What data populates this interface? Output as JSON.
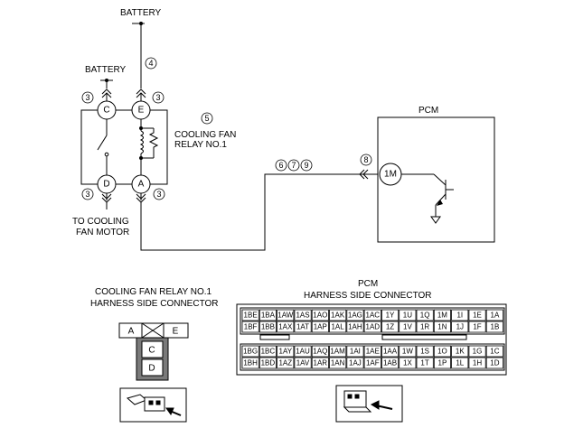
{
  "labels": {
    "battery_top": "BATTERY",
    "battery_left": "BATTERY",
    "relay_name_line1": "COOLING FAN",
    "relay_name_line2": "RELAY NO.1",
    "to_motor_line1": "TO COOLING",
    "to_motor_line2": "FAN MOTOR",
    "pcm": "PCM",
    "relay_conn_title_line1": "COOLING FAN RELAY NO.1",
    "relay_conn_title_line2": "HARNESS SIDE CONNECTOR",
    "pcm_conn_title_line1": "PCM",
    "pcm_conn_title_line2": "HARNESS SIDE CONNECTOR"
  },
  "terminals": {
    "c": "C",
    "e": "E",
    "d": "D",
    "a": "A",
    "pcm_1m": "1M"
  },
  "circled_numbers": {
    "n4": "4",
    "n3_c": "3",
    "n3_e": "3",
    "n5": "5",
    "n6": "6",
    "n7": "7",
    "n9": "9",
    "n8": "8",
    "n3_d": "3",
    "n3_a": "3"
  },
  "relay_connector": {
    "a": "A",
    "e": "E",
    "c": "C",
    "d": "D"
  },
  "pcm_connector": {
    "top_row1": [
      "1BE",
      "1BA",
      "1AW",
      "1AS",
      "1AO",
      "1AK",
      "1AG",
      "1AC",
      "1Y",
      "1U",
      "1Q",
      "1M",
      "1I",
      "1E",
      "1A"
    ],
    "top_row2": [
      "1BF",
      "1BB",
      "1AX",
      "1AT",
      "1AP",
      "1AL",
      "1AH",
      "1AD",
      "1Z",
      "1V",
      "1R",
      "1N",
      "1J",
      "1F",
      "1B"
    ],
    "bottom_row1": [
      "1BG",
      "1BC",
      "1AY",
      "1AU",
      "1AQ",
      "1AM",
      "1AI",
      "1AE",
      "1AA",
      "1W",
      "1S",
      "1O",
      "1K",
      "1G",
      "1C"
    ],
    "bottom_row2": [
      "1BH",
      "1BD",
      "1AZ",
      "1AV",
      "1AR",
      "1AN",
      "1AJ",
      "1AF",
      "1AB",
      "1X",
      "1T",
      "1P",
      "1L",
      "1H",
      "1D"
    ]
  }
}
